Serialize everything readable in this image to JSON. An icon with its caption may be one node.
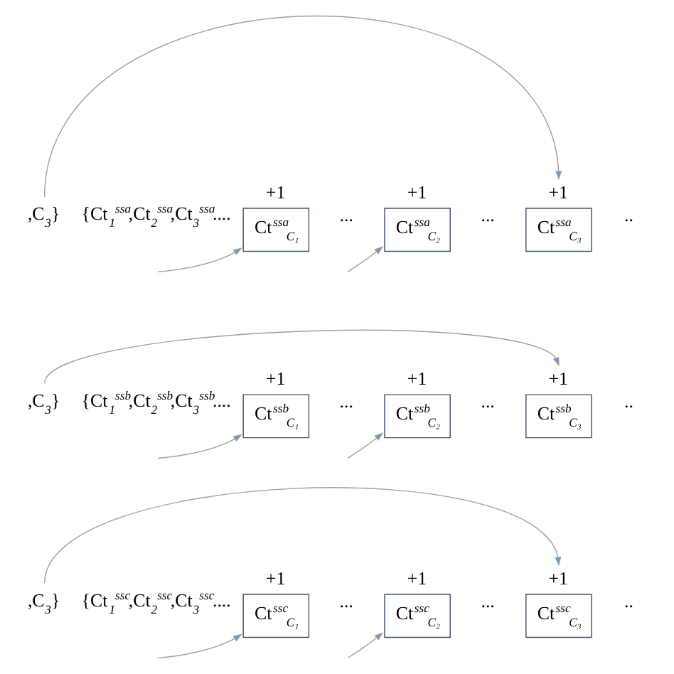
{
  "diagram": {
    "nodes": [
      {
        "text": [
          ",C$_{3}$}"
        ]
      },
      {
        "text": [
          "Ct$^{ssa}$$_{C₁}$"
        ],
        "beside": [
          "+1"
        ]
      },
      {
        "text": [
          "Ct$^{ssa}$$_{C₂}$"
        ],
        "beside": [
          "+1"
        ]
      },
      {
        "text": [
          "Ct$^{ssa}$$_{C₃}$"
        ],
        "beside": [
          "+1"
        ]
      },
      {
        "text": [
          ",C$_{3}$}"
        ]
      },
      {
        "text": [
          "Ct$^{ssb}$$_{C₁}$"
        ],
        "beside": [
          "+1"
        ]
      },
      {
        "text": [
          "Ct$^{ssb}$$_{C₂}$"
        ],
        "beside": [
          "+1"
        ]
      },
      {
        "text": [
          "Ct$^{ssb}$$_{C₃}$"
        ],
        "beside": [
          "+1"
        ]
      },
      {
        "text": [
          ",C$_{3}$}"
        ]
      },
      {
        "text": [
          "Ct$^{ssc}$$_{C₁}$"
        ],
        "beside": [
          "+1"
        ]
      },
      {
        "text": [
          "Ct$^{ssc}$$_{C₂}$"
        ],
        "beside": [
          "+1"
        ]
      },
      {
        "text": [
          "Ct$^{ssc}$$_{C₃}$"
        ],
        "beside": [
          "+1"
        ]
      }
    ],
    "edges": [
      {
        "from": 0,
        "to": 3,
        "arrow": "to"
      },
      {
        "from": null,
        "to": 1,
        "arrow": "to"
      },
      {
        "from": null,
        "to": 2,
        "arrow": "to"
      },
      {
        "from": 4,
        "to": 7,
        "arrow": "to"
      },
      {
        "from": null,
        "to": 5,
        "arrow": "to"
      },
      {
        "from": null,
        "to": 6,
        "arrow": "to"
      },
      {
        "from": 8,
        "to": 11,
        "arrow": "to"
      },
      {
        "from": null,
        "to": 9,
        "arrow": "to"
      },
      {
        "from": null,
        "to": 10,
        "arrow": "to"
      }
    ],
    "labels": [
      "{Ct$_{1}$$^{ssa}$,Ct$_{2}$$^{ssa}$,Ct$_{3}$$^{ssa}$....",
      "...",
      "...",
      "..",
      "{Ct$_{1}$$^{ssb}$,Ct$_{2}$$^{ssb}$,Ct$_{3}$$^{ssb}$....",
      "...",
      "...",
      "..",
      "{Ct$_{1}$$^{ssc}$,Ct$_{2}$$^{ssc}$,Ct$_{3}$$^{ssc}$....",
      "...",
      "...",
      ".."
    ]
  }
}
